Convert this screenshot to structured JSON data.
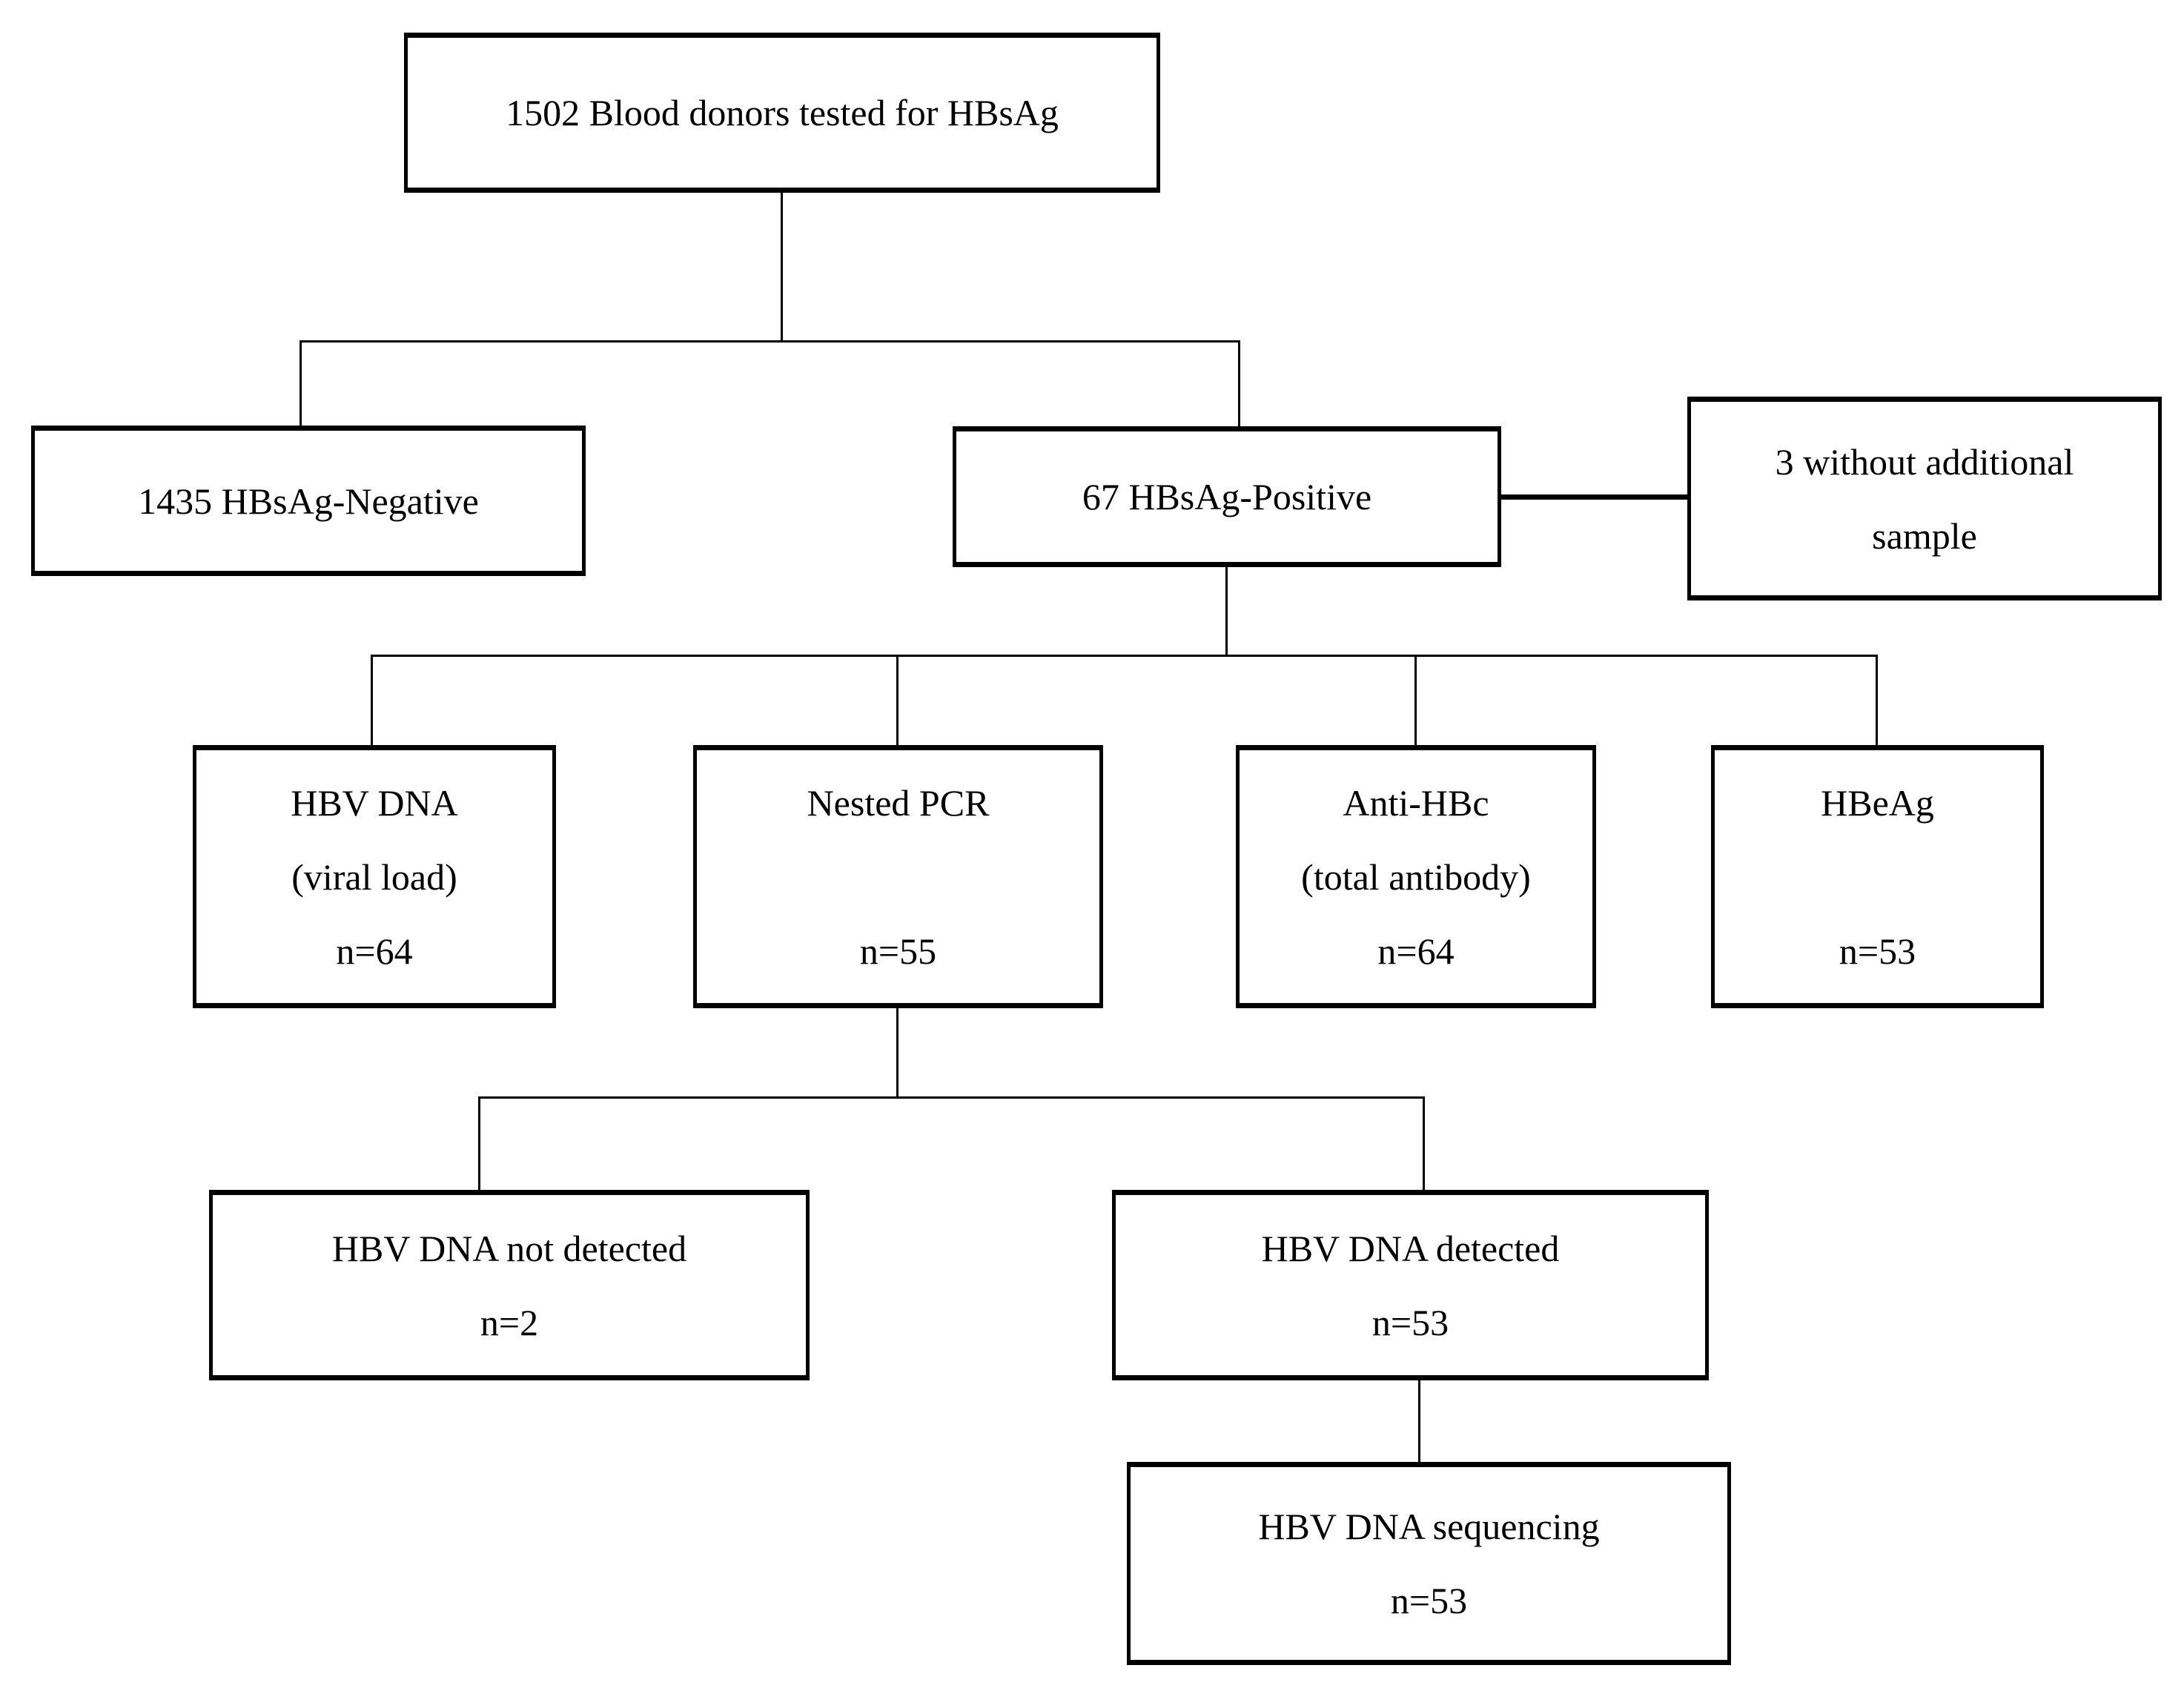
{
  "diagram": {
    "type": "flowchart",
    "background_color": "#ffffff",
    "line_color": "#000000",
    "text_color": "#000000"
  },
  "nodes": {
    "donors": {
      "lines": [
        "1502 Blood donors tested for HBsAg"
      ]
    },
    "negative": {
      "lines": [
        "1435 HBsAg-Negative"
      ]
    },
    "positive": {
      "lines": [
        "67 HBsAg-Positive"
      ]
    },
    "no_sample": {
      "lines": [
        "3 without additional",
        "sample"
      ]
    },
    "viral_load": {
      "lines": [
        "HBV DNA",
        "(viral load)",
        "n=64"
      ]
    },
    "nested_pcr": {
      "lines": [
        "Nested PCR",
        "",
        "n=55"
      ]
    },
    "anti_hbc": {
      "lines": [
        "Anti-HBc",
        "(total antibody)",
        "n=64"
      ]
    },
    "hbeag": {
      "lines": [
        "HBeAg",
        "",
        "n=53"
      ]
    },
    "not_detected": {
      "lines": [
        "HBV DNA not detected",
        "n=2"
      ]
    },
    "detected": {
      "lines": [
        "HBV DNA detected",
        "n=53"
      ]
    },
    "sequencing": {
      "lines": [
        "HBV DNA sequencing",
        "n=53"
      ]
    }
  },
  "edges": [
    {
      "from": "donors",
      "to": "negative"
    },
    {
      "from": "donors",
      "to": "positive"
    },
    {
      "from": "positive",
      "to": "no_sample"
    },
    {
      "from": "positive",
      "to": "viral_load"
    },
    {
      "from": "positive",
      "to": "nested_pcr"
    },
    {
      "from": "positive",
      "to": "anti_hbc"
    },
    {
      "from": "positive",
      "to": "hbeag"
    },
    {
      "from": "nested_pcr",
      "to": "not_detected"
    },
    {
      "from": "nested_pcr",
      "to": "detected"
    },
    {
      "from": "detected",
      "to": "sequencing"
    }
  ]
}
